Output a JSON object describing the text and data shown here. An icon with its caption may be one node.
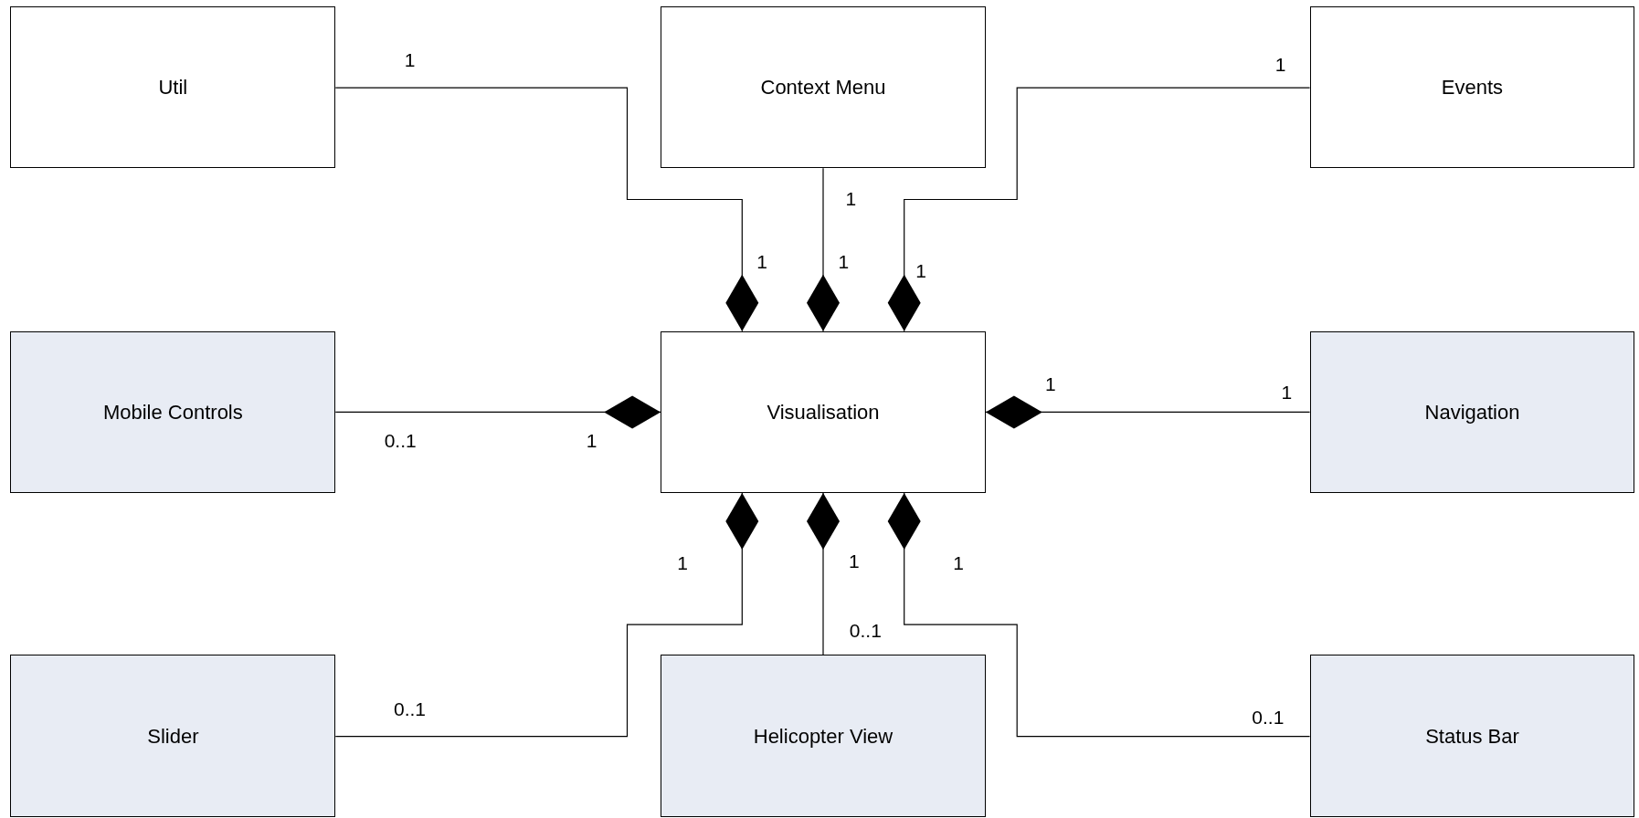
{
  "diagram": {
    "nodes": [
      {
        "text": [
          "Util"
        ]
      },
      {
        "text": [
          "Context Menu"
        ]
      },
      {
        "text": [
          "Events"
        ]
      },
      {
        "text": [
          "Mobile Controls"
        ]
      },
      {
        "text": [
          "Visualisation"
        ]
      },
      {
        "text": [
          "Navigation"
        ]
      },
      {
        "text": [
          "Slider"
        ]
      },
      {
        "text": [
          "Helicopter View"
        ]
      },
      {
        "text": [
          "Status Bar"
        ]
      }
    ],
    "edges": [
      {
        "from": 0,
        "to": 4,
        "arrow": "other"
      },
      {
        "from": 1,
        "to": 4,
        "arrow": "other"
      },
      {
        "from": 2,
        "to": 4,
        "arrow": "other"
      },
      {
        "from": 3,
        "to": 4,
        "arrow": "other"
      },
      {
        "from": 5,
        "to": 4,
        "arrow": "other"
      },
      {
        "from": 6,
        "to": 4,
        "arrow": "other"
      },
      {
        "from": 7,
        "to": 4,
        "arrow": "other"
      },
      {
        "from": 8,
        "to": 4,
        "arrow": "other"
      }
    ],
    "labels": [
      "1",
      "1",
      "1",
      "1",
      "1",
      "1",
      "1",
      "1",
      "0..1",
      "1",
      "1",
      "1",
      "1",
      "0..1",
      "0..1",
      "0..1"
    ]
  }
}
